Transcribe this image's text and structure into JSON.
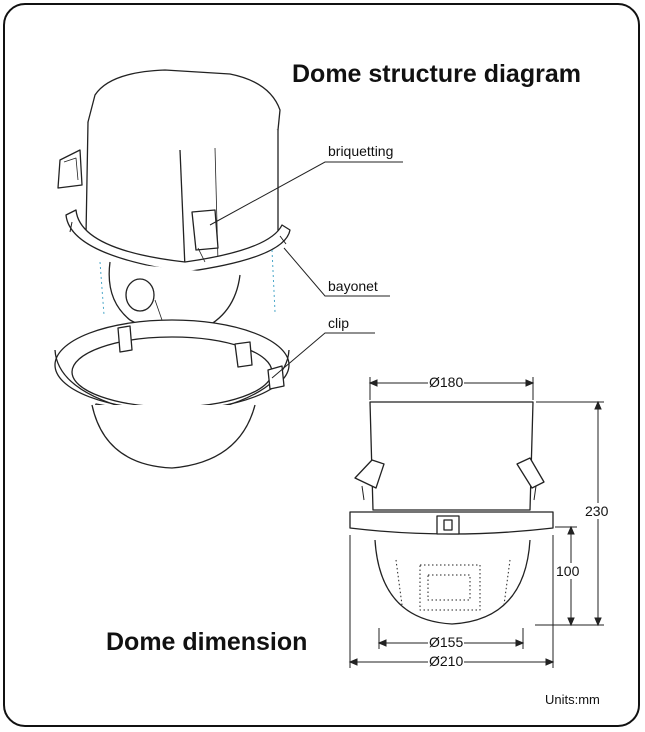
{
  "title": "Dome structure diagram",
  "subtitle": "Dome dimension",
  "callouts": {
    "briquetting": "briquetting",
    "bayonet": "bayonet",
    "clip": "clip"
  },
  "dimensions": {
    "top_width": "Ø180",
    "inner_width": "Ø155",
    "outer_width": "Ø210",
    "total_height": "230",
    "dome_height": "100"
  },
  "units": "Units:mm"
}
